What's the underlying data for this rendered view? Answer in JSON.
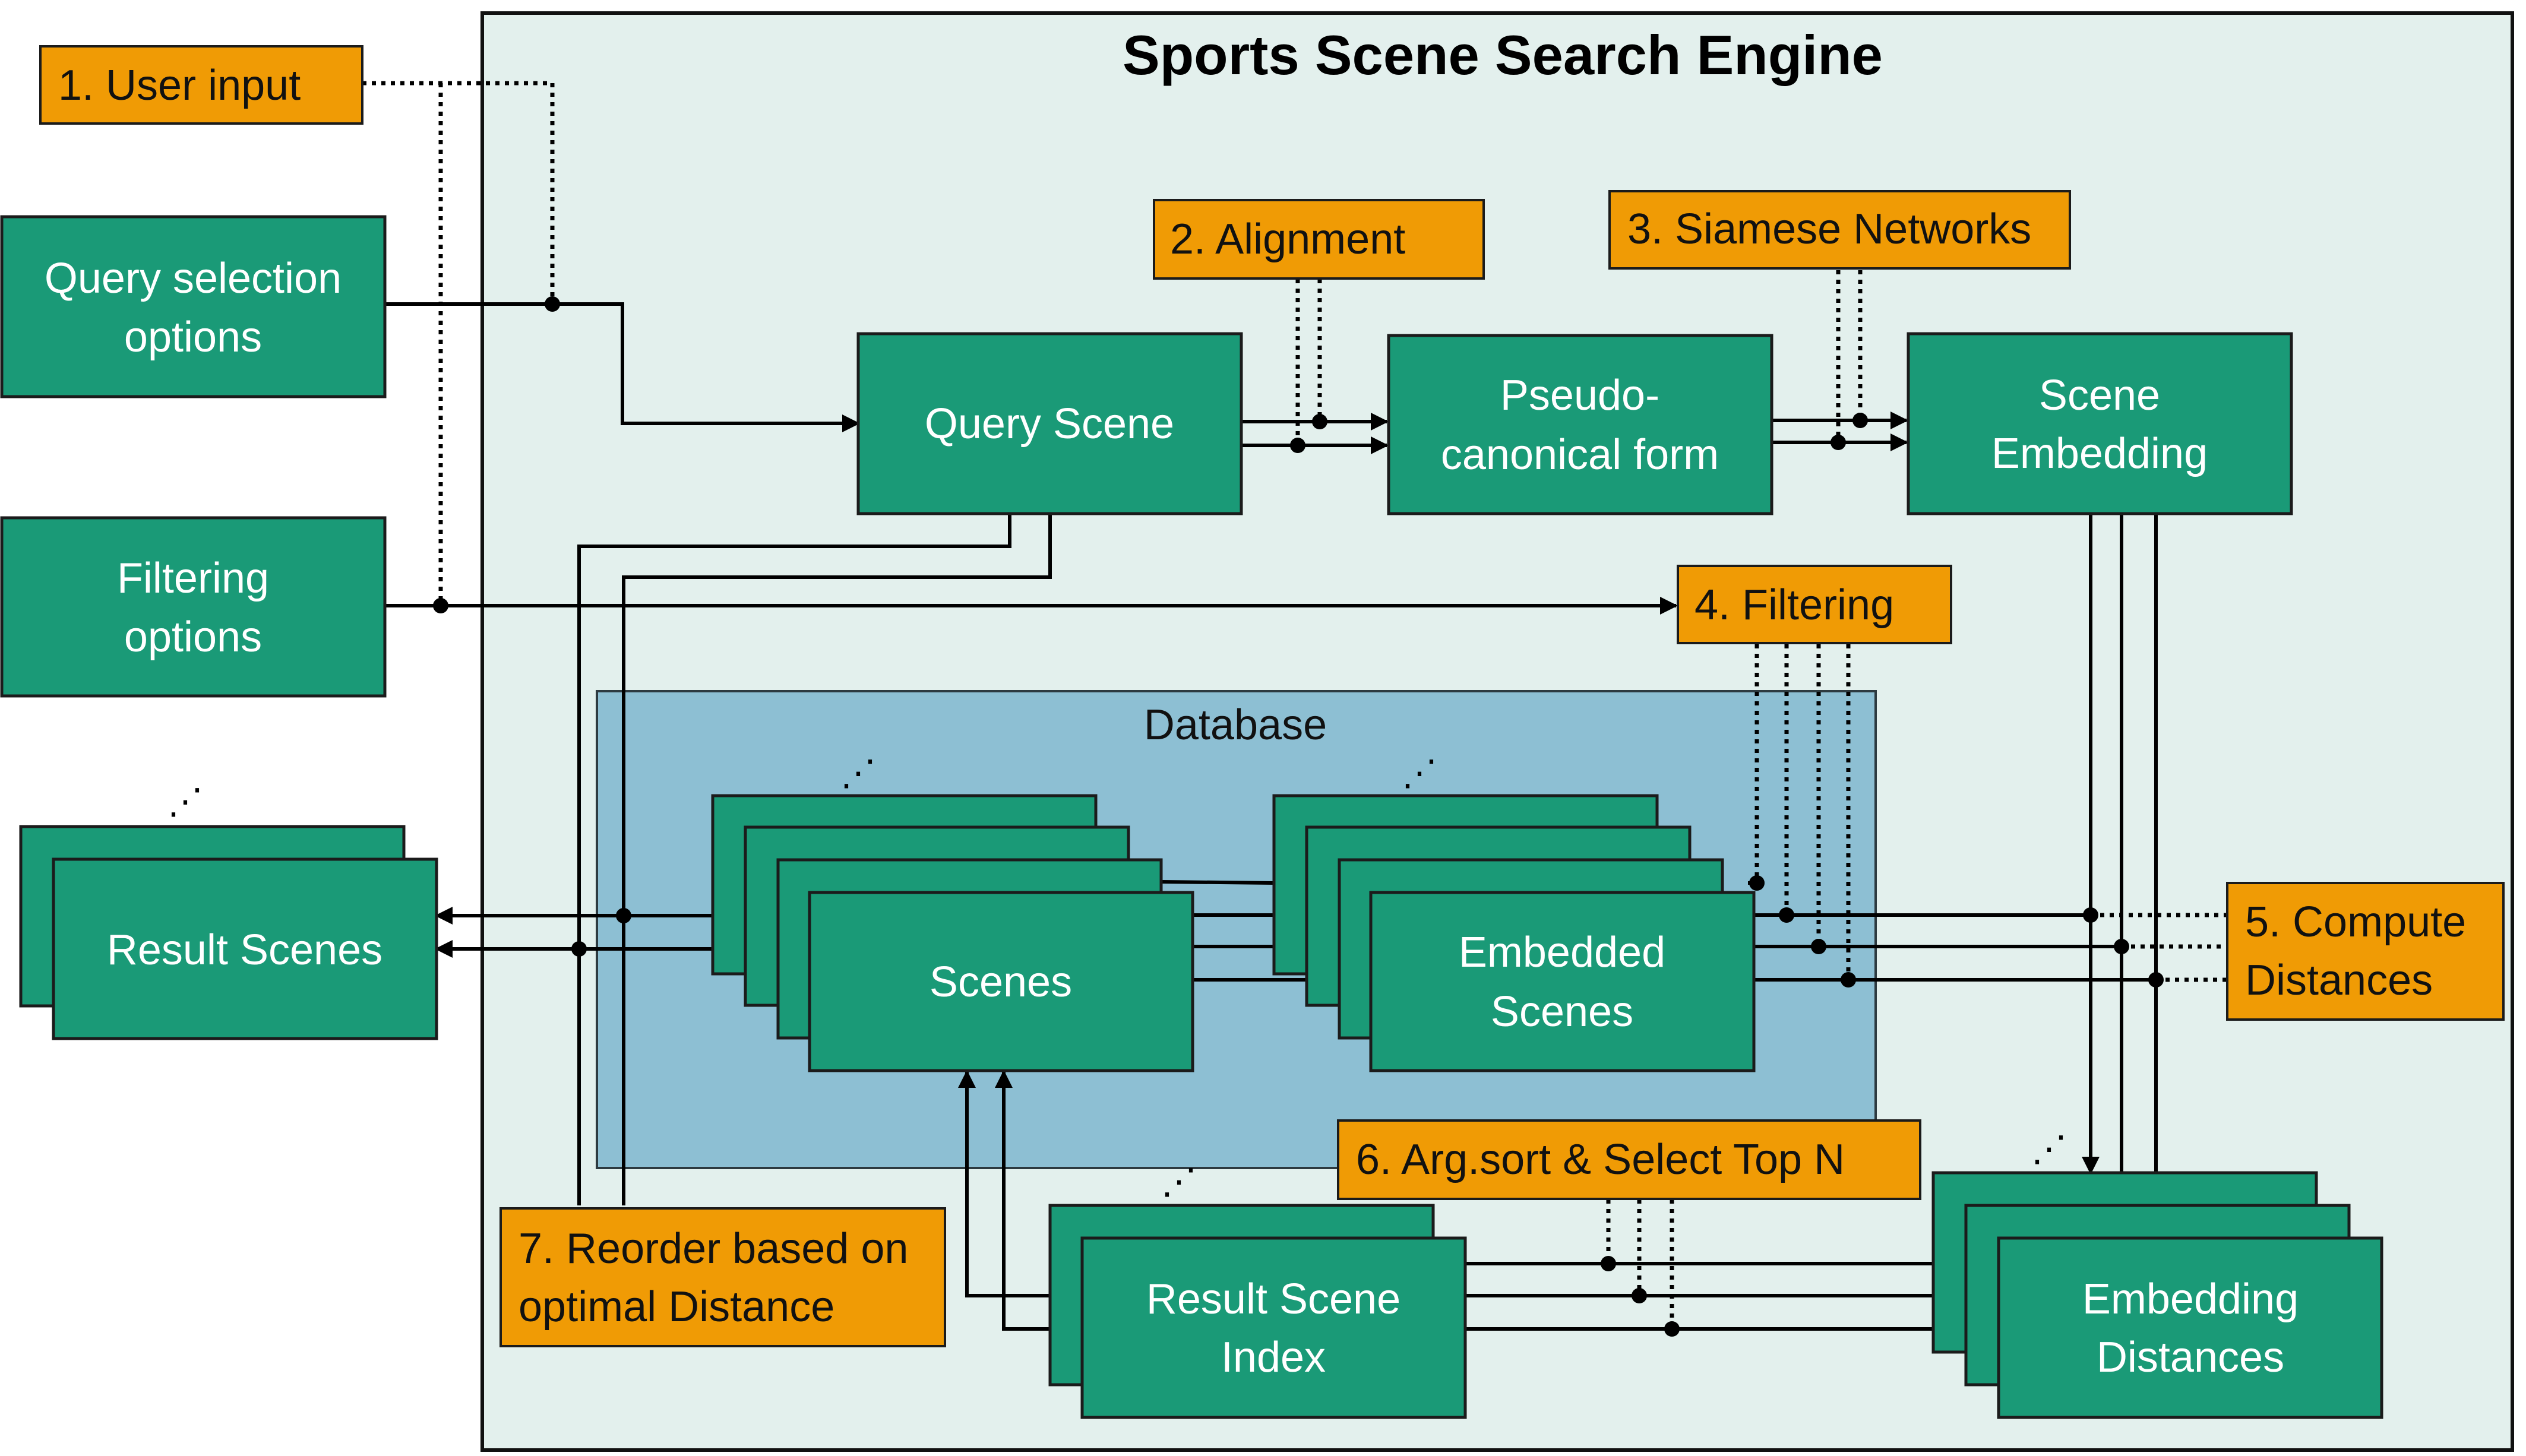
{
  "engine": {
    "title": "Sports Scene Search Engine"
  },
  "database": {
    "label": "Database"
  },
  "steps": {
    "user_input": "1. User input",
    "alignment": "2. Alignment",
    "siamese": "3. Siamese Networks",
    "filtering": "4. Filtering",
    "compute": [
      "5. Compute",
      "Distances"
    ],
    "argsort": "6. Arg.sort & Select Top N",
    "reorder": [
      "7. Reorder based on",
      "optimal Distance"
    ]
  },
  "boxes": {
    "query_selection": [
      "Query selection",
      "options"
    ],
    "filtering_options": [
      "Filtering",
      "options"
    ],
    "result_scenes": "Result Scenes",
    "query_scene": "Query Scene",
    "pseudo_canonical": [
      "Pseudo-",
      "canonical form"
    ],
    "scene_embedding": [
      "Scene",
      "Embedding"
    ],
    "scenes": "Scenes",
    "embedded_scenes": [
      "Embedded",
      "Scenes"
    ],
    "result_scene_index": [
      "Result Scene",
      "Index"
    ],
    "embedding_distances": [
      "Embedding",
      "Distances"
    ]
  },
  "ellipsis": "⋰"
}
